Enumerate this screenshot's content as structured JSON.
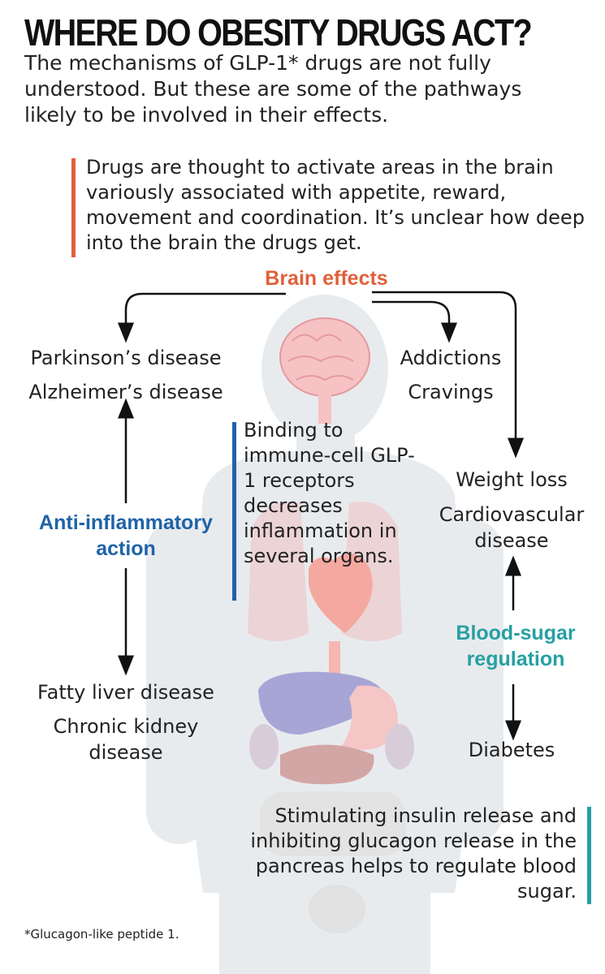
{
  "header": {
    "title": "WHERE DO OBESITY DRUGS ACT?",
    "subtitle": "The mechanisms of GLP-1* drugs are not fully understood. But these are some of the pathways likely to be involved in their effects."
  },
  "notes": {
    "brain": "Drugs are thought to activate areas in the brain variously associated with appetite, reward, movement and coordination. It’s unclear how deep into the brain the drugs get.",
    "immune": "Binding to immune-cell GLP-1 receptors decreases inflammation in several organs.",
    "pancreas": "Stimulating insulin release and inhibiting glucagon release in the pancreas helps to regulate blood sugar."
  },
  "hubs": {
    "brain_effects": "Brain effects",
    "anti_inflammatory": "Anti-inflammatory action",
    "blood_sugar": "Blood-sugar regulation"
  },
  "outcomes": {
    "parkinsons": "Parkinson’s disease",
    "alzheimers": "Alzheimer’s disease",
    "addictions": "Addictions",
    "cravings": "Cravings",
    "weight_loss": "Weight loss",
    "cardiovascular": "Cardiovascular disease",
    "fatty_liver": "Fatty liver disease",
    "chronic_kidney": "Chronic kidney disease",
    "diabetes": "Diabetes"
  },
  "footnote": "*Glucagon-like peptide 1.",
  "colors": {
    "brain_accent": "#e0603a",
    "inflammation_accent": "#1f63a8",
    "blood_sugar_accent": "#26a0a3",
    "body_silhouette": "#e8ebee"
  },
  "icons": [
    "human-body-silhouette",
    "brain-icon",
    "lungs-icon",
    "heart-icon",
    "liver-icon",
    "stomach-icon",
    "kidney-icon",
    "intestine-icon",
    "bladder-icon"
  ]
}
